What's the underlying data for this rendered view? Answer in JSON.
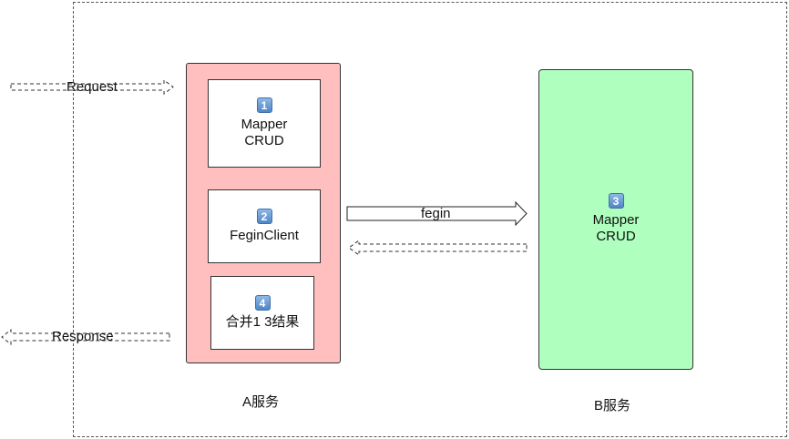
{
  "request_label": "Request",
  "response_label": "Response",
  "fegin_label": "fegin",
  "service_a": {
    "label": "A服务",
    "boxes": [
      {
        "badge": "1",
        "lines": [
          "Mapper",
          "CRUD"
        ]
      },
      {
        "badge": "2",
        "lines": [
          "FeginClient"
        ]
      },
      {
        "badge": "4",
        "lines": [
          "合并1 3结果"
        ]
      }
    ]
  },
  "service_b": {
    "label": "B服务",
    "badge": "3",
    "lines": [
      "Mapper",
      "CRUD"
    ]
  },
  "colors": {
    "service_a_fill": "#ffbfbf",
    "service_b_fill": "#afffbf",
    "badge_blue": "#4f86c6"
  }
}
